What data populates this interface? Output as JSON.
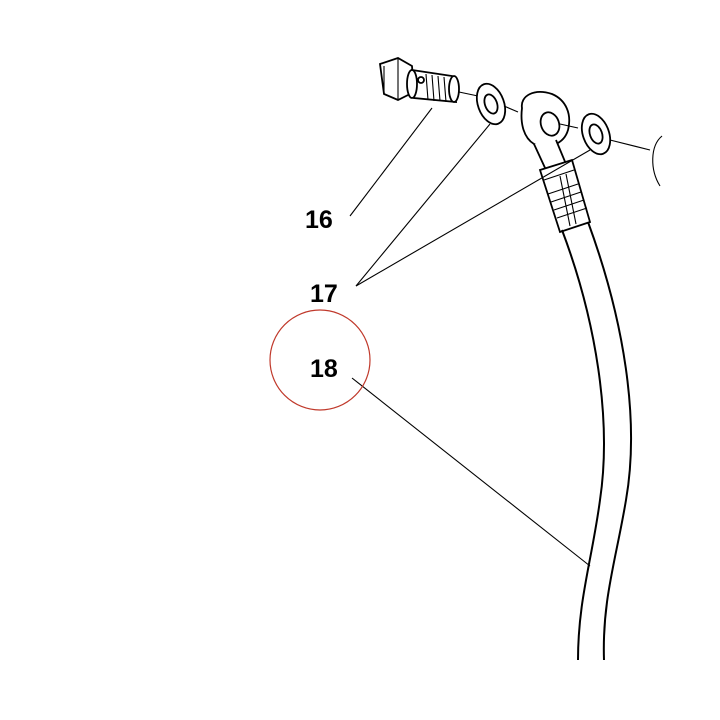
{
  "callouts": {
    "bolt": "16",
    "washers": "17",
    "hose": "18"
  },
  "colors": {
    "background": "#ffffff",
    "line": "#000000",
    "highlight_circle": "#c0392b"
  }
}
